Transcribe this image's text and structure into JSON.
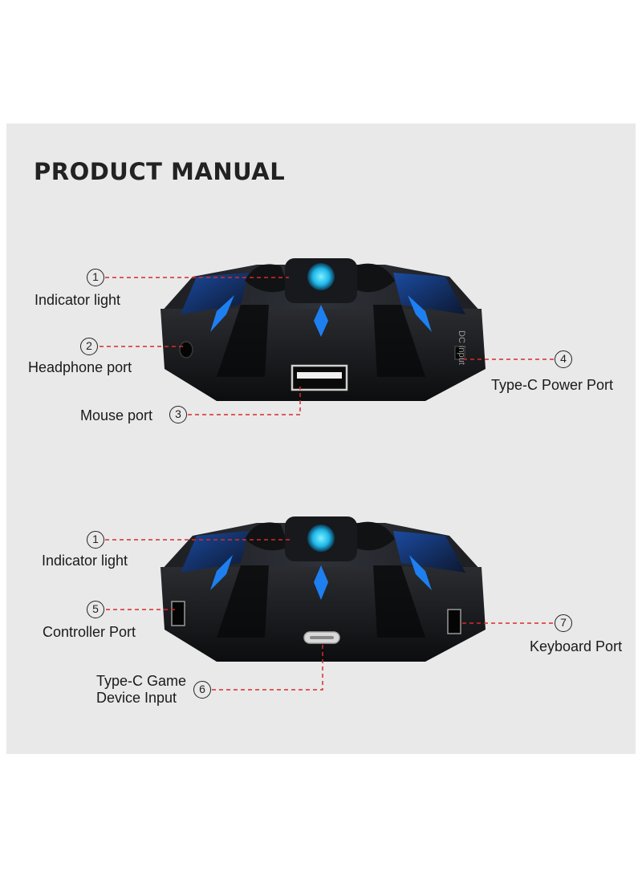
{
  "title": "PRODUCT MANUAL",
  "colors": {
    "background": "#e9e9ea",
    "device": "#141517",
    "accent": "#1e7ff0",
    "leader": "#d92b2b",
    "text": "#1a1a1a"
  },
  "top_device": {
    "callouts": [
      {
        "number": "1",
        "label": "Indicator light"
      },
      {
        "number": "2",
        "label": "Headphone port"
      },
      {
        "number": "3",
        "label": "Mouse port"
      },
      {
        "number": "4",
        "label": "Type-C Power Port"
      }
    ],
    "side_print": "DC input"
  },
  "bottom_device": {
    "callouts": [
      {
        "number": "1",
        "label": "Indicator light"
      },
      {
        "number": "5",
        "label": "Controller Port"
      },
      {
        "number": "6",
        "label_line1": "Type-C Game",
        "label_line2": "Device Input"
      },
      {
        "number": "7",
        "label": "Keyboard Port"
      }
    ]
  }
}
